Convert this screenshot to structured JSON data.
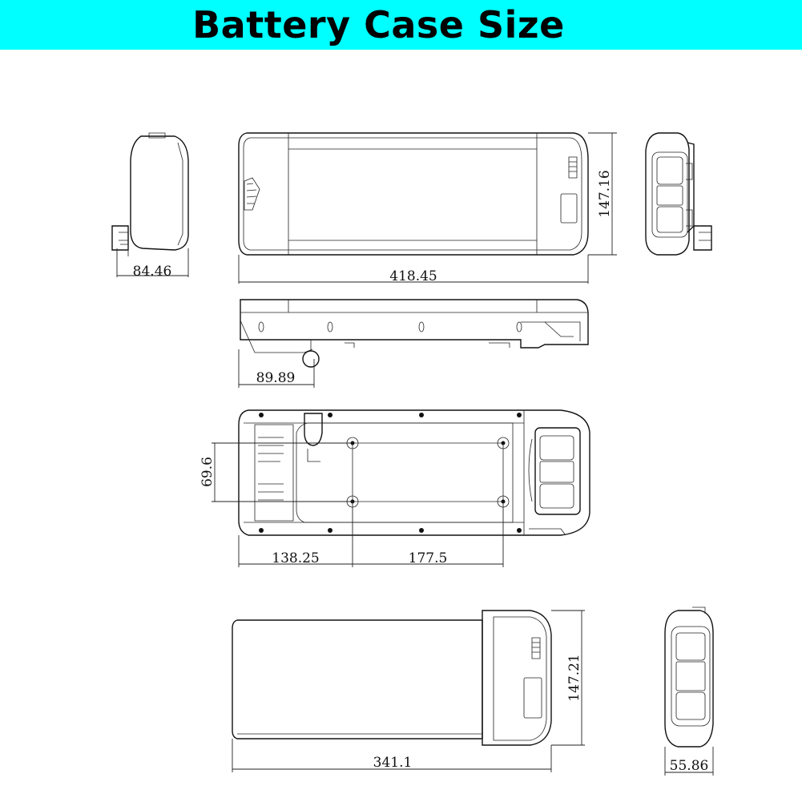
{
  "title": "Battery Case Size",
  "dimensions": {
    "side_width": "84.46",
    "top_length": "418.45",
    "top_height": "147.16",
    "front_height": "89.89",
    "bottom_mount_width": "69.6",
    "bottom_offset": "138.25",
    "bottom_spacing": "177.5",
    "pack_height": "147.21",
    "pack_length": "341.1",
    "pack_end_width": "55.86"
  }
}
